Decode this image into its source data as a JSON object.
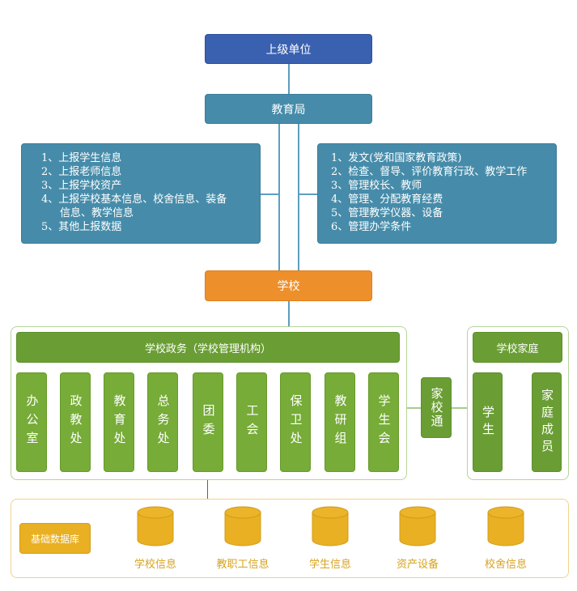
{
  "diagram": {
    "top_unit": "上级单位",
    "bureau": "教育局",
    "school": "学校",
    "report_list": [
      "1、上报学生信息",
      "2、上报老师信息",
      "3、上报学校资产",
      "4、上报学校基本信息、校舍信息、装备",
      "信息、教学信息",
      "5、其他上报数据"
    ],
    "duty_list": [
      "1、发文(党和国家教育政策)",
      "2、检查、督导、评价教育行政、教学工作",
      "3、管理校长、教师",
      "4、管理、分配教育经费",
      "5、管理教学仪器、设备",
      "6、管理办学条件"
    ],
    "admin_header": "学校政务（学校管理机构）",
    "departments": [
      "办公室",
      "政教处",
      "教育处",
      "总务处",
      "团委",
      "工会",
      "保卫处",
      "教研组",
      "学生会"
    ],
    "bridge": "家校通",
    "family_header": "学校家庭",
    "family_members": [
      "学生",
      "家庭成员"
    ],
    "database_label": "基础数据库",
    "databases": [
      "学校信息",
      "教职工信息",
      "学生信息",
      "资产设备",
      "校舍信息"
    ]
  },
  "colors": {
    "top_unit": "#3a61b0",
    "bureau": "#468caa",
    "school": "#ed8f2a",
    "admin_green": "#6a9e34",
    "dept_green": "#76ac37",
    "database_gold": "#e8b022"
  }
}
